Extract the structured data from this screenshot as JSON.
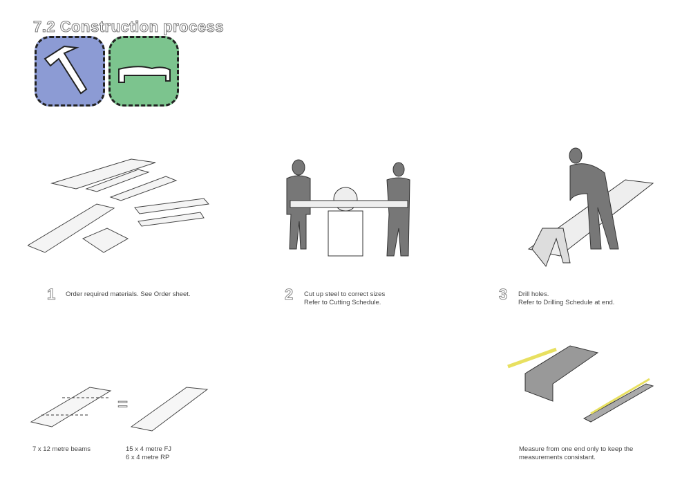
{
  "header": {
    "title": "7.2 Construction process"
  },
  "badges": [
    {
      "icon": "hammer-icon",
      "color": "#8c9bd4"
    },
    {
      "icon": "bed-icon",
      "color": "#7cc48e"
    }
  ],
  "steps": [
    {
      "number": "1",
      "lines": [
        "Order required materials. See Order sheet."
      ]
    },
    {
      "number": "2",
      "lines": [
        "Cut up steel to correct sizes",
        "Refer to Cutting Schedule."
      ]
    },
    {
      "number": "3",
      "lines": [
        "Drill holes.",
        "Refer to Drilling Schedule at end."
      ]
    }
  ],
  "notes": {
    "beams": "7 x 12 metre beams",
    "result": [
      "15 x 4 metre FJ",
      "6 x 4 metre RP"
    ],
    "equals": "=",
    "measure": [
      "Measure from one end only to keep the",
      "measurements consistant."
    ]
  }
}
